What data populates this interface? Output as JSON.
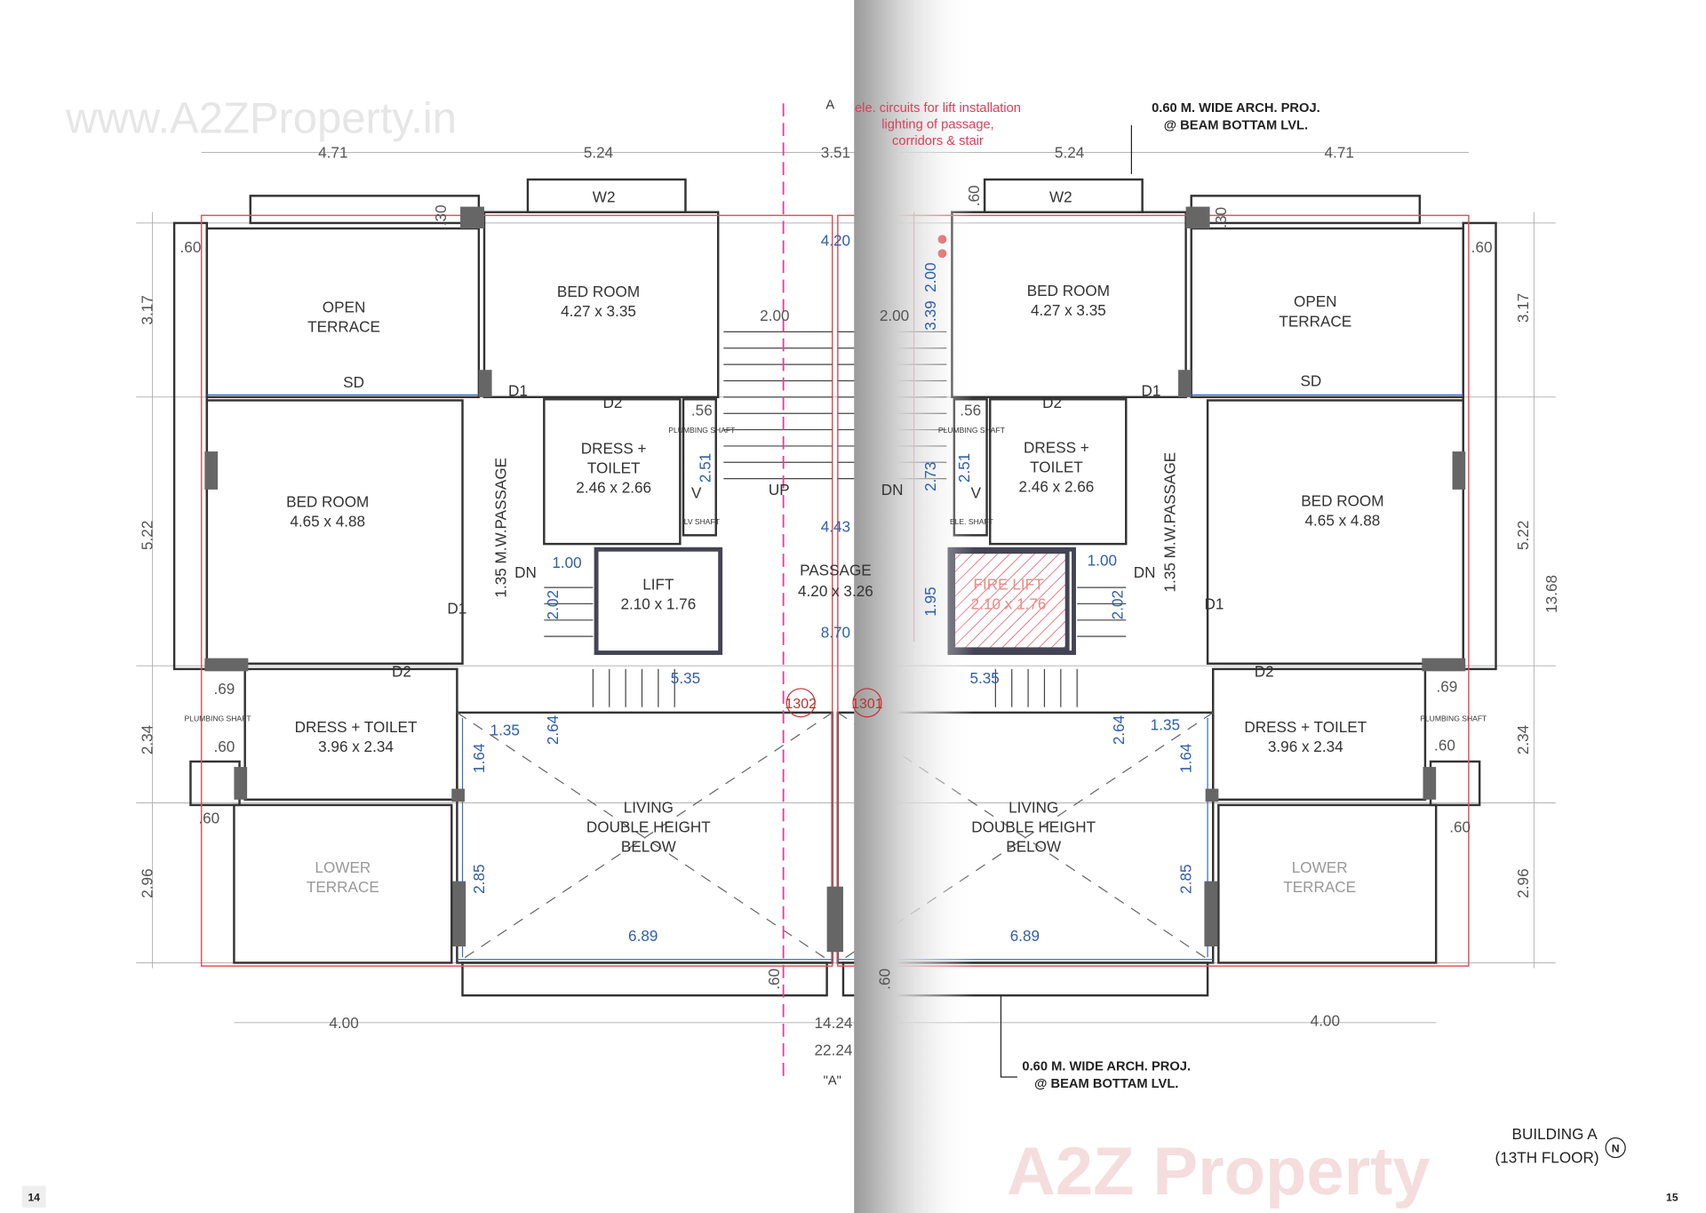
{
  "watermark_top": "www.A2ZProperty.in",
  "watermark_logo": "A2Z Property",
  "left_unit": {
    "number": "1302",
    "rooms": {
      "open_terrace": [
        "OPEN",
        "TERRACE"
      ],
      "bed_room_top": [
        "BED ROOM",
        "4.27 x 3.35"
      ],
      "bed_room_side": [
        "BED ROOM",
        "4.65 x 4.88"
      ],
      "dress_toilet_inner": [
        "DRESS +",
        "TOILET",
        "2.46 x 2.66"
      ],
      "dress_toilet_lower": [
        "DRESS + TOILET",
        "3.96 x 2.34"
      ],
      "lower_terrace": [
        "LOWER",
        "TERRACE"
      ],
      "living": [
        "LIVING",
        "DOUBLE HEIGHT",
        "BELOW"
      ],
      "passage": "1.35 M.W.PASSAGE",
      "lift": [
        "LIFT",
        "2.10 x 1.76"
      ]
    },
    "dims_top": [
      "4.71",
      "5.24",
      "3.51"
    ],
    "dims_side": [
      "3.17",
      "5.22",
      "2.34",
      "2.96"
    ],
    "dims_bottom": "4.00",
    "labels": {
      "w2": "W2",
      "sd": "SD",
      "d1": "D1",
      "d2": "D2",
      "v": "V",
      "dn": "DN",
      "up": "UP",
      "shaft": "PLUMBING SHAFT",
      "lv_shaft": "LV SHAFT",
      "p30": ".30",
      "p60": ".60",
      "p69": ".69",
      "p56": ".56"
    },
    "blue_dims": {
      "d100": "1.00",
      "d202": "2.02",
      "d535": "5.35",
      "d135": "1.35",
      "d264": "2.64",
      "d164": "1.64",
      "d285": "2.85",
      "d689": "6.89",
      "d251": "2.51",
      "d200": "2.00"
    }
  },
  "right_unit": {
    "number": "1301",
    "rooms": {
      "open_terrace": [
        "OPEN",
        "TERRACE"
      ],
      "bed_room_top": [
        "BED ROOM",
        "4.27 x 3.35"
      ],
      "bed_room_side": [
        "BED ROOM",
        "4.65 x 4.88"
      ],
      "dress_toilet_inner": [
        "DRESS +",
        "TOILET",
        "2.46 x 2.66"
      ],
      "dress_toilet_lower": [
        "DRESS + TOILET",
        "3.96 x 2.34"
      ],
      "lower_terrace": [
        "LOWER",
        "TERRACE"
      ],
      "living": [
        "LIVING",
        "DOUBLE HEIGHT",
        "BELOW"
      ],
      "passage": "1.35 M.W.PASSAGE",
      "fire_lift": [
        "FIRE LIFT",
        "2.10 x 1.76"
      ]
    },
    "dims_top": [
      "5.24",
      "4.71"
    ],
    "dims_side": [
      "3.17",
      "5.22",
      "13.68",
      "2.34",
      "2.96"
    ],
    "dims_bottom": "4.00",
    "labels": {
      "ele_shaft": "ELE. SHAFT"
    },
    "blue_dims": {
      "d273": "2.73",
      "d195": "1.95",
      "d339": "3.39",
      "d200": "2.00"
    }
  },
  "core": {
    "passage": [
      "PASSAGE",
      "4.20 x 3.26"
    ],
    "d420": "4.20",
    "d443": "4.43",
    "d870": "8.70",
    "d1424": "14.24",
    "d2224": "22.24",
    "section": "\"A\"",
    "section_top": "A"
  },
  "notes": {
    "lift_circuits": [
      "ele. circuits for lift installation",
      "lighting of passage,",
      "corridors & stair"
    ],
    "arch_top": [
      "0.60 M. WIDE ARCH. PROJ.",
      "@ BEAM BOTTAM LVL."
    ],
    "arch_bottom": [
      "0.60 M. WIDE ARCH. PROJ.",
      "@ BEAM BOTTAM LVL."
    ]
  },
  "title": [
    "BUILDING A",
    "(13TH FLOOR)"
  ],
  "north": "N",
  "page_left": "14",
  "page_right": "15",
  "colors": {
    "wall": "#333333",
    "red_line": "#e0505a",
    "blue_dim": "#2f5fa8",
    "fold": "#999999"
  }
}
